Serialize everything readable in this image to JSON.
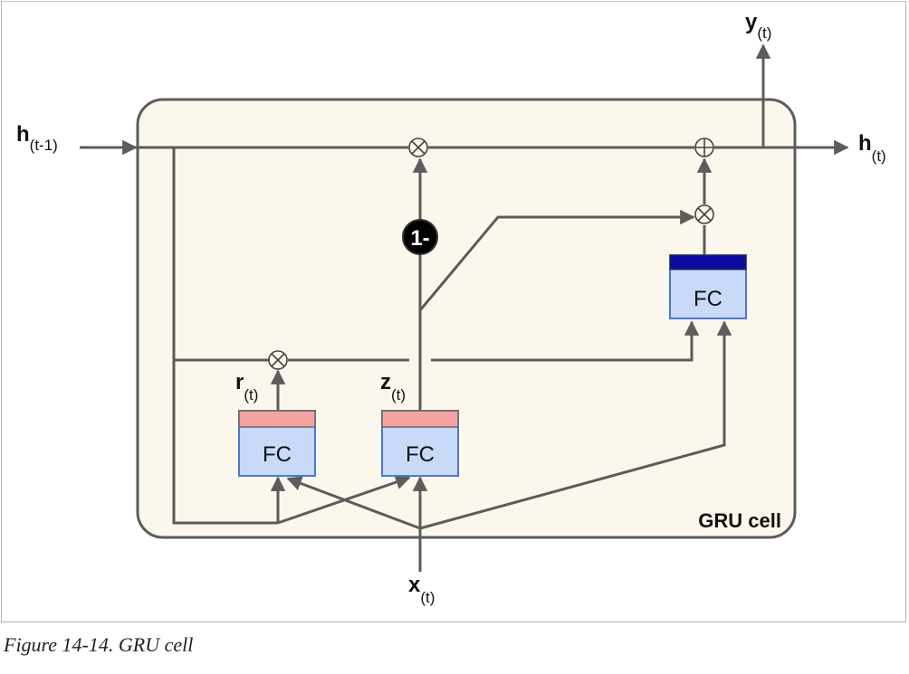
{
  "diagram": {
    "title": "GRU cell",
    "cell_label": "GRU cell",
    "caption": "Figure 14-14. GRU cell",
    "colors": {
      "cell_fill": "#fcf7ec",
      "line": "#5c5c5c",
      "fc_body": "#c9daf8",
      "fc_border": "#4a78d0",
      "sigmoid_header": "#f4a3a3",
      "tanh_header": "#0a0aa0",
      "one_minus_fill": "#000000"
    },
    "inputs": {
      "h_prev": {
        "main": "h",
        "sub": "(t-1)"
      },
      "x": {
        "main": "x",
        "sub": "(t)"
      }
    },
    "outputs": {
      "h": {
        "main": "h",
        "sub": "(t)"
      },
      "y": {
        "main": "y",
        "sub": "(t)"
      }
    },
    "gates": {
      "r": {
        "main": "r",
        "sub": "(t)",
        "fc_label": "FC",
        "activation": "sigmoid"
      },
      "z": {
        "main": "z",
        "sub": "(t)",
        "fc_label": "FC",
        "activation": "sigmoid"
      },
      "g": {
        "fc_label": "FC",
        "activation": "tanh"
      }
    },
    "operators": {
      "multiply": "⊗",
      "add": "⊕",
      "one_minus": "1-"
    }
  }
}
